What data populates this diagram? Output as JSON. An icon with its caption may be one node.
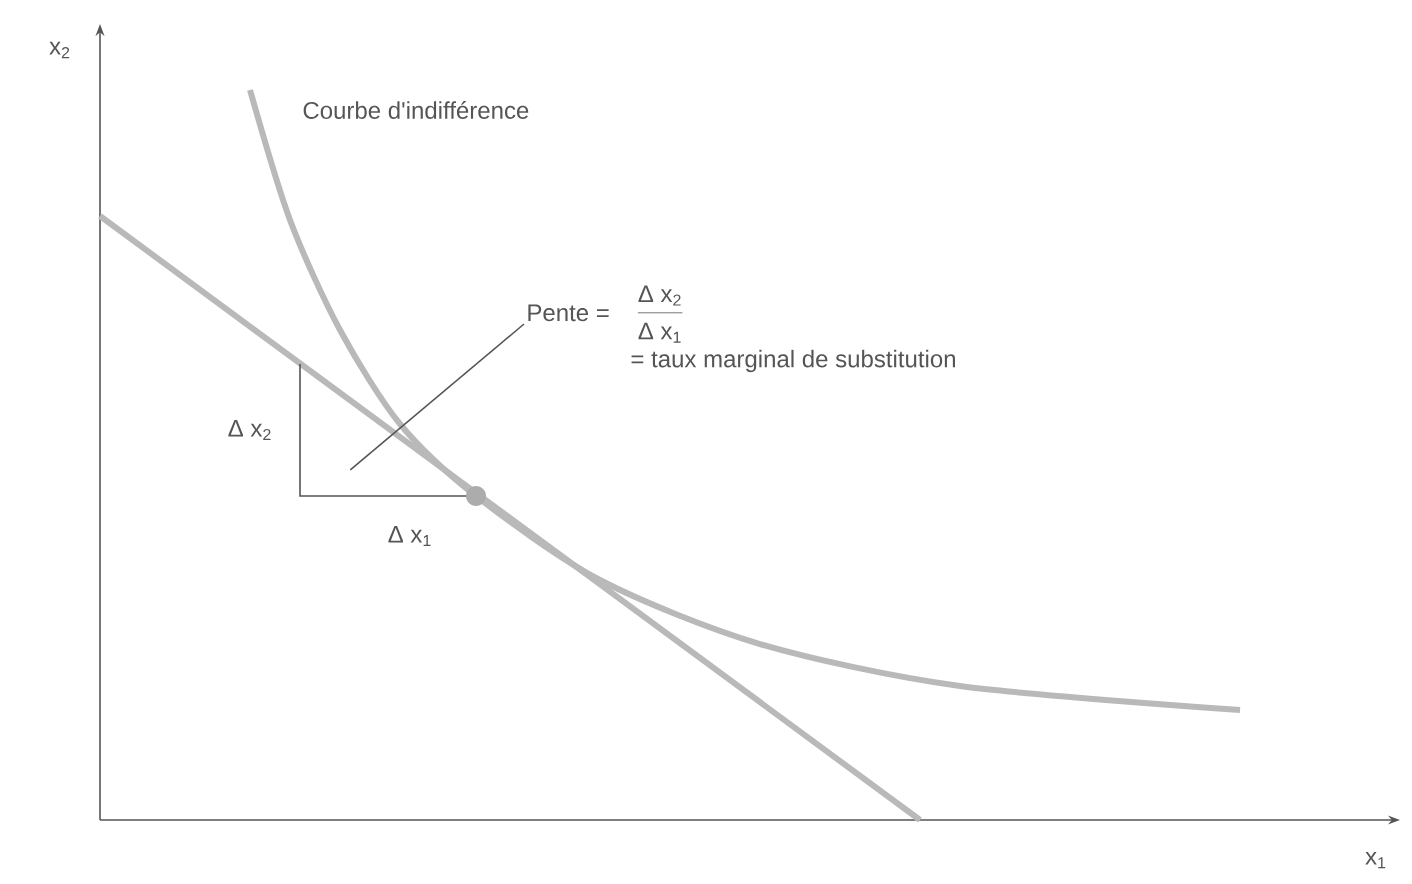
{
  "diagram": {
    "nodes": [
      {
        "text": [
          "Pente =",
          "Δ x$_{2}$",
          "Δ x$_{1}$",
          "= taux marginal de substitution"
        ]
      },
      {
        "text": [],
        "shape": "line"
      }
    ],
    "edges": [
      {
        "from": 0,
        "to": 1,
        "arrow": "none"
      }
    ],
    "labels": [
      "x$_{2}$",
      "Courbe d'indifférence",
      "Δ x$_{2}$",
      "Δ x$_{1}$",
      "x$_{1}$"
    ]
  }
}
